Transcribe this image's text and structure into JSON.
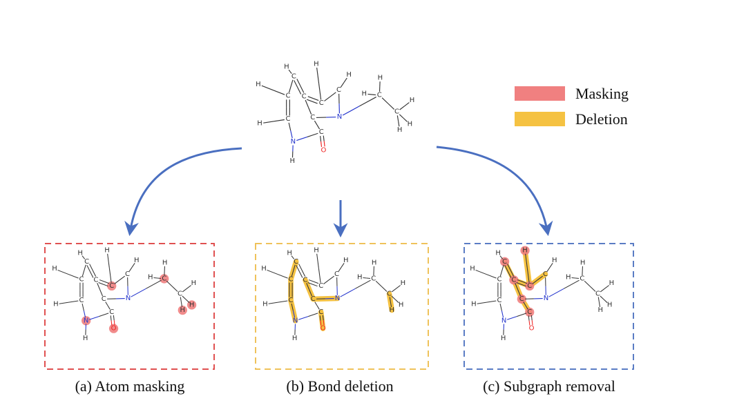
{
  "legend": {
    "masking_label": "Masking",
    "deletion_label": "Deletion"
  },
  "captions": {
    "atom_masking": "(a) Atom masking",
    "bond_deletion": "(b) Bond deletion",
    "subgraph_removal": "(c) Subgraph removal"
  },
  "colors": {
    "masking": "#f08080",
    "deletion": "#f5c242",
    "arrow": "#4a6fc0",
    "box_atom_masking": "#e05050",
    "box_bond_deletion": "#efc25a",
    "box_subgraph_removal": "#5a7cc4",
    "carbon_hydrogen": "#333333",
    "nitrogen": "#2233cc",
    "oxygen": "#ee2222"
  },
  "molecule": {
    "atoms": [
      {
        "id": 0,
        "el": "C"
      },
      {
        "id": 1,
        "el": "C"
      },
      {
        "id": 2,
        "el": "C"
      },
      {
        "id": 3,
        "el": "N"
      },
      {
        "id": 4,
        "el": "C"
      },
      {
        "id": 5,
        "el": "C"
      },
      {
        "id": 6,
        "el": "O"
      },
      {
        "id": 7,
        "el": "N"
      },
      {
        "id": 8,
        "el": "C"
      },
      {
        "id": 9,
        "el": "C"
      },
      {
        "id": 10,
        "el": "C"
      },
      {
        "id": 11,
        "el": "C"
      },
      {
        "id": 12,
        "el": "C"
      },
      {
        "id": 13,
        "el": "H"
      },
      {
        "id": 14,
        "el": "H"
      },
      {
        "id": 15,
        "el": "H"
      },
      {
        "id": 16,
        "el": "H"
      },
      {
        "id": 17,
        "el": "H"
      },
      {
        "id": 18,
        "el": "H"
      },
      {
        "id": 19,
        "el": "H"
      },
      {
        "id": 20,
        "el": "H"
      },
      {
        "id": 21,
        "el": "H"
      },
      {
        "id": 22,
        "el": "H"
      },
      {
        "id": 23,
        "el": "H"
      }
    ],
    "bonds": [
      [
        0,
        1,
        2
      ],
      [
        1,
        2,
        1
      ],
      [
        2,
        3,
        1
      ],
      [
        3,
        5,
        1
      ],
      [
        5,
        0,
        1
      ],
      [
        5,
        4,
        1
      ],
      [
        4,
        6,
        2
      ],
      [
        4,
        7,
        1
      ],
      [
        7,
        8,
        1
      ],
      [
        8,
        9,
        2
      ],
      [
        9,
        10,
        1
      ],
      [
        10,
        0,
        2
      ],
      [
        3,
        11,
        1
      ],
      [
        11,
        12,
        1
      ],
      [
        1,
        13,
        1
      ],
      [
        2,
        14,
        1
      ],
      [
        8,
        15,
        1
      ],
      [
        9,
        16,
        1
      ],
      [
        7,
        17,
        1
      ],
      [
        11,
        18,
        1
      ],
      [
        11,
        19,
        1
      ],
      [
        12,
        20,
        1
      ],
      [
        12,
        21,
        1
      ],
      [
        12,
        22,
        1
      ],
      [
        10,
        23,
        1
      ]
    ]
  },
  "panels": {
    "atom_masking": {
      "masked_atoms": [
        1,
        7,
        6,
        11,
        21,
        22
      ]
    },
    "bond_deletion": {
      "deleted_bonds": [
        [
          9,
          10
        ],
        [
          8,
          9
        ],
        [
          7,
          8
        ],
        [
          4,
          6
        ],
        [
          5,
          0
        ],
        [
          3,
          5
        ],
        [
          12,
          21
        ]
      ]
    },
    "subgraph_removal": {
      "masked_atoms": [
        13,
        1,
        0,
        10,
        5,
        4
      ],
      "deleted_bonds": [
        [
          1,
          13
        ],
        [
          1,
          2
        ],
        [
          1,
          0
        ],
        [
          0,
          10
        ],
        [
          0,
          5
        ],
        [
          5,
          4
        ]
      ]
    }
  }
}
